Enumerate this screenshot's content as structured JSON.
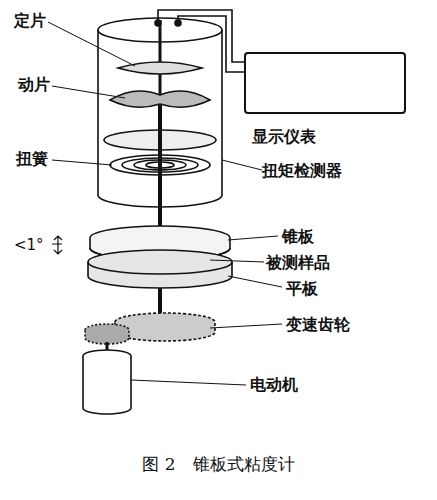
{
  "diagram": {
    "caption": "图 2　锥板式粘度计",
    "nodes": [
      {
        "text": [
          "显示仪表"
        ]
      }
    ],
    "labels": [
      "定片",
      "动片",
      "扭簧",
      "扭矩检测器",
      "锥板",
      "<1°",
      "被测样品",
      "平板",
      "变速齿轮",
      "电动机"
    ]
  }
}
